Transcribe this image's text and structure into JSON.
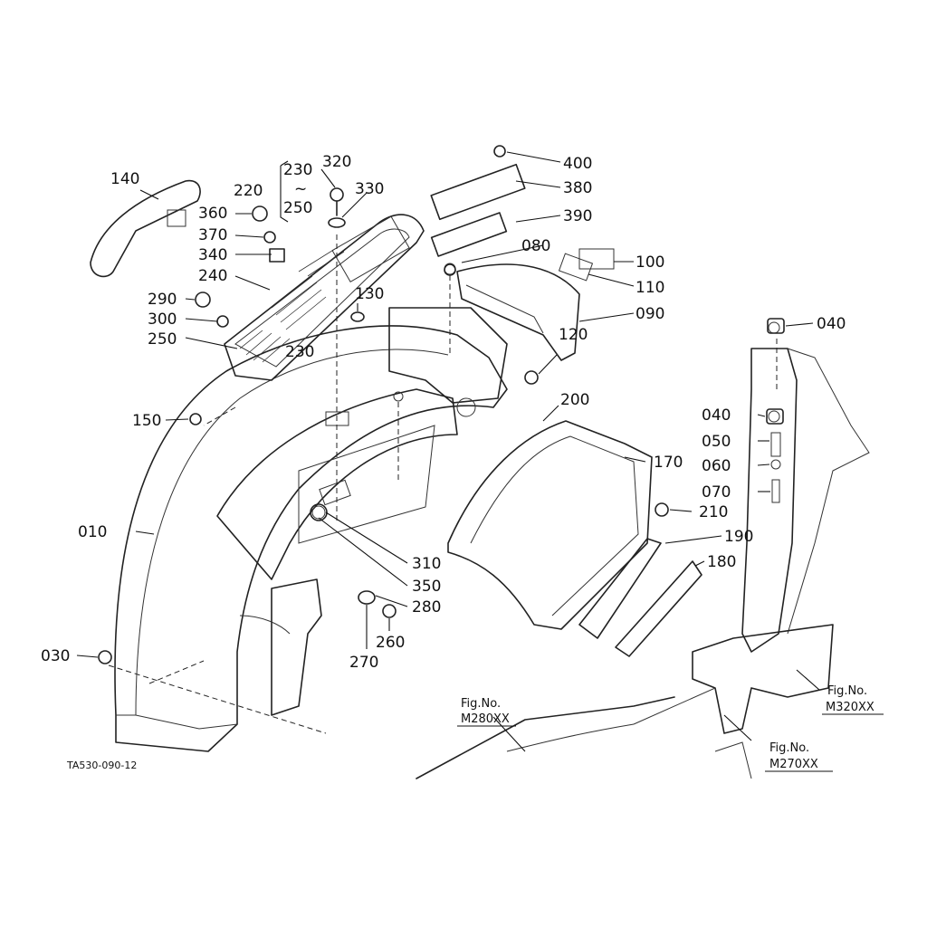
{
  "callouts": {
    "c140": "140",
    "c220": "220",
    "c230a": "230",
    "c230b": "230",
    "c250a": "250",
    "c250b": "250",
    "tilde": "~",
    "c320": "320",
    "c330": "330",
    "c360": "360",
    "c370": "370",
    "c340": "340",
    "c240": "240",
    "c290": "290",
    "c300": "300",
    "c130": "130",
    "c150": "150",
    "c400": "400",
    "c380": "380",
    "c390": "390",
    "c080": "080",
    "c100": "100",
    "c110": "110",
    "c090": "090",
    "c120": "120",
    "c040a": "040",
    "c040b": "040",
    "c050": "050",
    "c060": "060",
    "c070": "070",
    "c200": "200",
    "c170": "170",
    "c210": "210",
    "c190": "190",
    "c180": "180",
    "c010": "010",
    "c310": "310",
    "c350": "350",
    "c280": "280",
    "c270": "270",
    "c260": "260",
    "c030": "030"
  },
  "references": {
    "fig_m280_a": "Fig.No.",
    "fig_m280_b": "M280XX",
    "fig_m270_a": "Fig.No.",
    "fig_m270_b": "M270XX",
    "fig_m320_a": "Fig.No.",
    "fig_m320_b": "M320XX"
  },
  "drawing_code": "TA530-090-12"
}
